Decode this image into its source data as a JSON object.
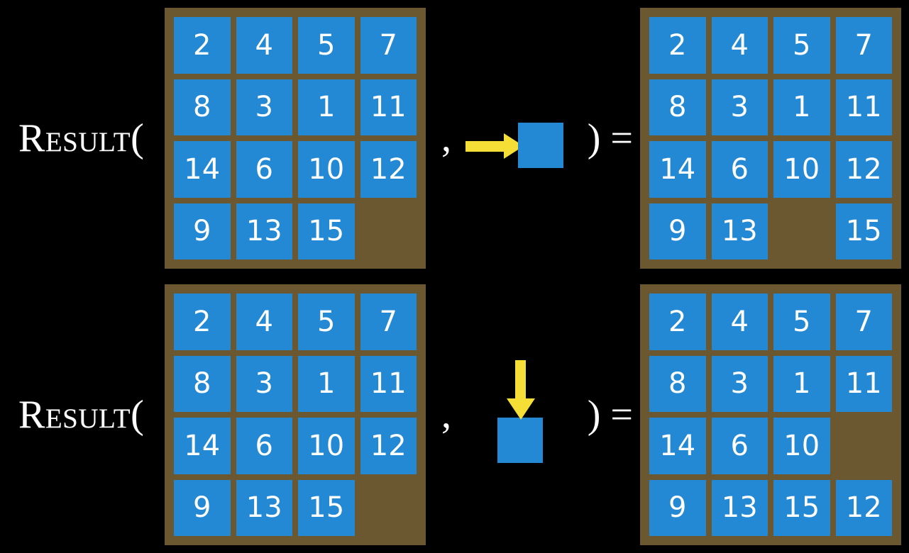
{
  "colors": {
    "background": "#000000",
    "board_frame": "#6b5730",
    "tile": "#2389d4",
    "tile_text": "#ffffff",
    "arrow": "#f5de35",
    "label_text": "#ffffff"
  },
  "rows": [
    {
      "label": "Result(",
      "separator": ",",
      "close": ") =",
      "move_direction": "right",
      "move_icon": "arrow-right-icon",
      "input_board": {
        "caption": "input-board",
        "cells": [
          [
            "2",
            "4",
            "5",
            "7"
          ],
          [
            "8",
            "3",
            "1",
            "11"
          ],
          [
            "14",
            "6",
            "10",
            "12"
          ],
          [
            "9",
            "13",
            "15",
            ""
          ]
        ]
      },
      "output_board": {
        "caption": "output-board",
        "cells": [
          [
            "2",
            "4",
            "5",
            "7"
          ],
          [
            "8",
            "3",
            "1",
            "11"
          ],
          [
            "14",
            "6",
            "10",
            "12"
          ],
          [
            "9",
            "13",
            "",
            "15"
          ]
        ]
      }
    },
    {
      "label": "Result(",
      "separator": ",",
      "close": ") =",
      "move_direction": "down",
      "move_icon": "arrow-down-icon",
      "input_board": {
        "caption": "input-board",
        "cells": [
          [
            "2",
            "4",
            "5",
            "7"
          ],
          [
            "8",
            "3",
            "1",
            "11"
          ],
          [
            "14",
            "6",
            "10",
            "12"
          ],
          [
            "9",
            "13",
            "15",
            ""
          ]
        ]
      },
      "output_board": {
        "caption": "output-board",
        "cells": [
          [
            "2",
            "4",
            "5",
            "7"
          ],
          [
            "8",
            "3",
            "1",
            "11"
          ],
          [
            "14",
            "6",
            "10",
            ""
          ],
          [
            "9",
            "13",
            "15",
            "12"
          ]
        ]
      }
    }
  ]
}
